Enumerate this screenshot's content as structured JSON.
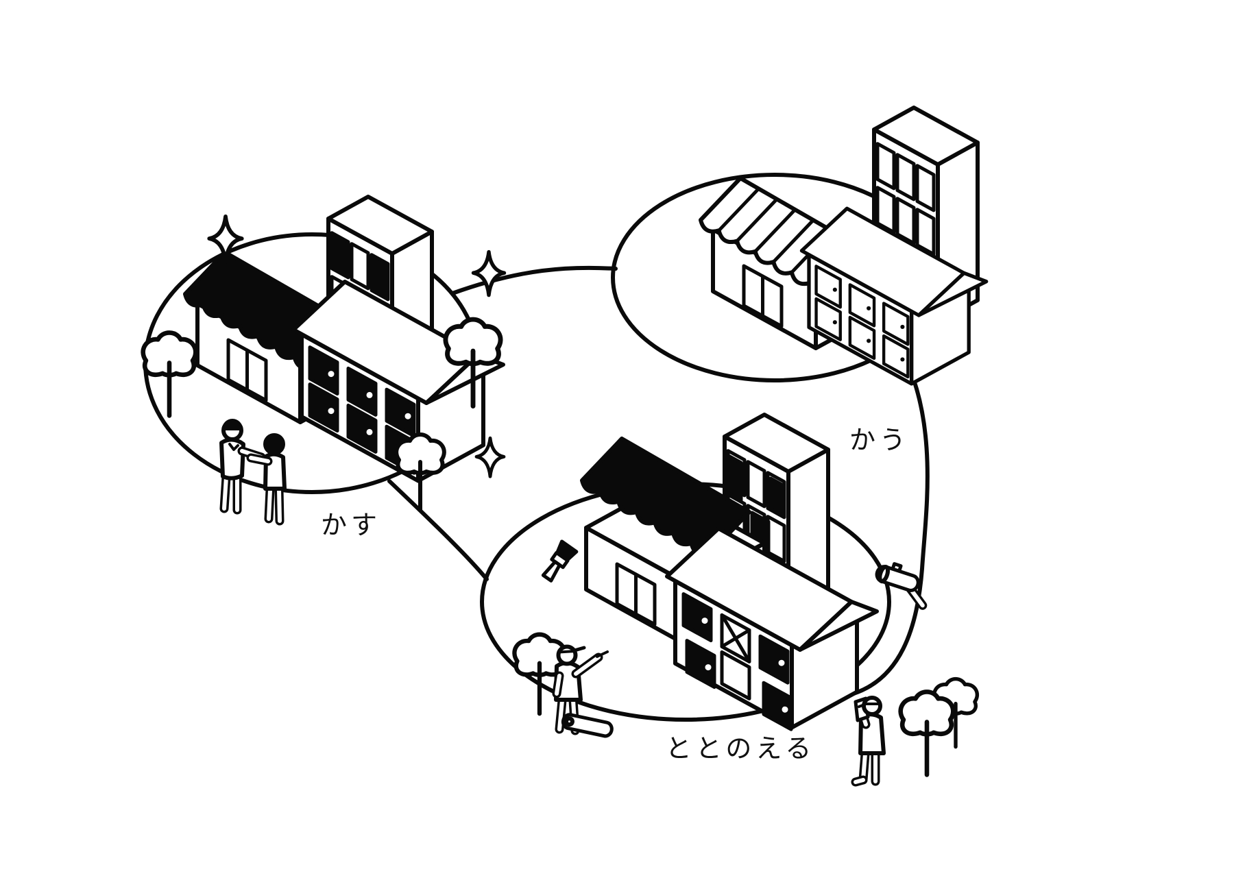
{
  "illustration": {
    "background_color": "#ffffff",
    "line_color": "#0a0a0a",
    "steps": {
      "buy": {
        "label": "かう",
        "icons": [
          "house-icon",
          "tower-building-icon",
          "apartment-icon",
          "ground-ellipse"
        ]
      },
      "renovate": {
        "label": "ととのえる",
        "icons": [
          "house-icon",
          "floating-roof-icon",
          "tower-building-icon",
          "apartment-icon",
          "paintbrush-icon",
          "mallet-icon",
          "blueprint-roll-icon",
          "foreman-figure",
          "inspector-figure",
          "tree-icon",
          "ground-ellipse"
        ]
      },
      "lend": {
        "label": "かす",
        "icons": [
          "house-icon",
          "tower-building-icon",
          "apartment-icon",
          "sparkle-icon",
          "tree-icon",
          "realtor-figure",
          "tenant-figure",
          "ground-ellipse"
        ]
      }
    }
  }
}
